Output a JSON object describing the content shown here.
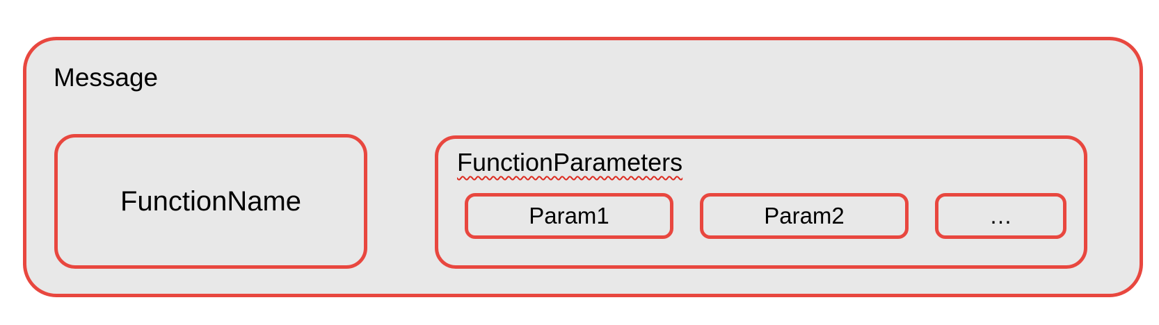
{
  "diagram": {
    "message": {
      "label": "Message"
    },
    "function_name": {
      "label": "FunctionName"
    },
    "function_parameters": {
      "label": "FunctionParameters",
      "params": [
        {
          "label": "Param1"
        },
        {
          "label": "Param2"
        },
        {
          "label": "…"
        }
      ]
    }
  },
  "colors": {
    "border_red": "#e8473f",
    "squiggle_red": "#dd2b20",
    "box_fill": "#e8e8e8",
    "page_background": "#ffffff",
    "text": "#000000"
  }
}
